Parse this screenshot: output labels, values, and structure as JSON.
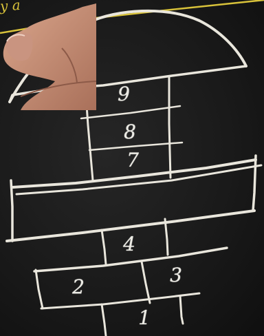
{
  "scene": {
    "surface": "blackboard",
    "chalk_color": "#e9e6dc",
    "edge_writing_color": "#d8c23a",
    "edge_writing_text": "y a"
  },
  "hopscotch": {
    "numbers": [
      "9",
      "8",
      "7",
      "4",
      "2",
      "3",
      "1"
    ]
  }
}
